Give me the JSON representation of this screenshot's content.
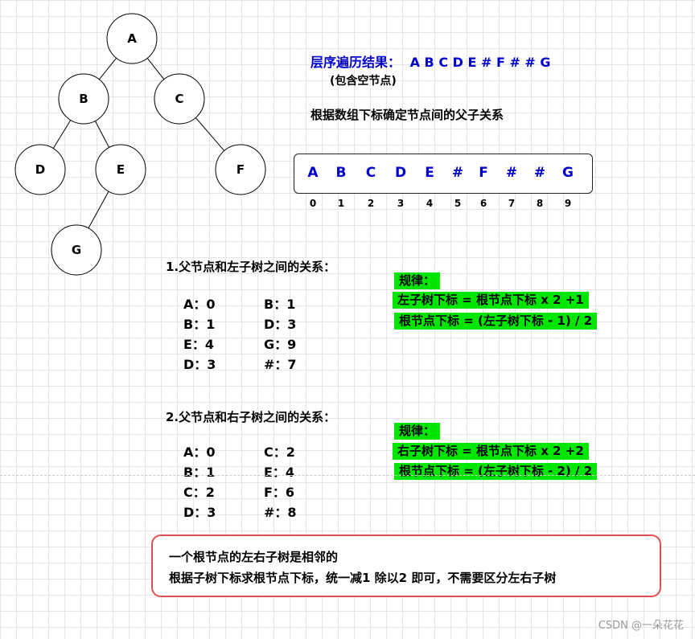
{
  "tree": {
    "nodes": [
      {
        "id": "A",
        "label": "A"
      },
      {
        "id": "B",
        "label": "B"
      },
      {
        "id": "C",
        "label": "C"
      },
      {
        "id": "D",
        "label": "D"
      },
      {
        "id": "E",
        "label": "E"
      },
      {
        "id": "F",
        "label": "F"
      },
      {
        "id": "G",
        "label": "G"
      }
    ],
    "edges": [
      [
        "A",
        "B"
      ],
      [
        "A",
        "C"
      ],
      [
        "B",
        "D"
      ],
      [
        "B",
        "E"
      ],
      [
        "C",
        "F"
      ],
      [
        "E",
        "G"
      ]
    ]
  },
  "traversal": {
    "title": "层序遍历结果：",
    "result": "A B C D E # F # # G",
    "note": "(包含空节点)"
  },
  "array_caption": "根据数组下标确定节点间的父子关系",
  "array": {
    "values": [
      "A",
      "B",
      "C",
      "D",
      "E",
      "#",
      "F",
      "#",
      "#",
      "G"
    ],
    "indices": [
      "0",
      "1",
      "2",
      "3",
      "4",
      "5",
      "6",
      "7",
      "8",
      "9"
    ]
  },
  "left_section": {
    "title": "1.父节点和左子树之间的关系：",
    "col1": [
      "A：0",
      "B：1",
      "E：4",
      "D：3"
    ],
    "col2": [
      "B：1",
      "D：3",
      "G：9",
      "#：7"
    ],
    "rule_title": "规律：",
    "rule1": "左子树下标 = 根节点下标 x 2 +1",
    "rule2": "根节点下标 = (左子树下标 - 1) / 2"
  },
  "right_section": {
    "title": "2.父节点和右子树之间的关系：",
    "col1": [
      "A：0",
      "B：1",
      "C：2",
      "D：3"
    ],
    "col2": [
      "C：2",
      "E：4",
      "F：6",
      "#：8"
    ],
    "rule_title": "规律：",
    "rule1": "右子树下标 = 根节点下标 x 2 +2",
    "rule2": "根节点下标 = (左子树下标 - 2) / 2"
  },
  "summary": {
    "line1": "一个根节点的左右子树是相邻的",
    "line2": "根据子树下标求根节点下标，统一减1 除以2 即可，不需要区分左右子树"
  },
  "watermark": "CSDN @一朵花花"
}
